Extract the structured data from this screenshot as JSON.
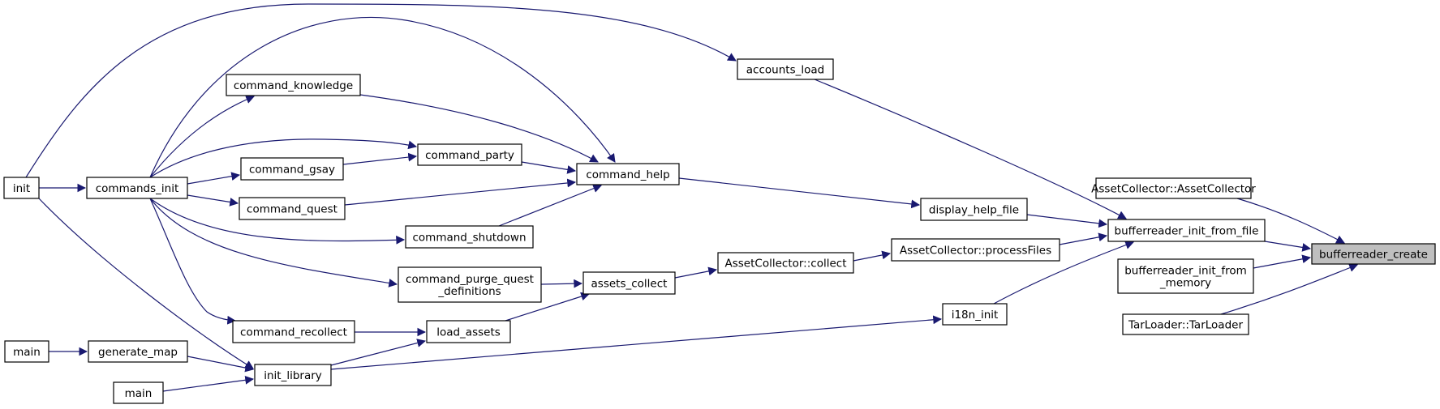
{
  "diagram": {
    "type": "call-graph",
    "edge_color": "#191970",
    "focus_fill": "#bfbfbf",
    "nodes": [
      {
        "id": "bufferreader_create",
        "lines": [
          "bufferreader_create"
        ]
      },
      {
        "id": "AssetCollector_ctor",
        "lines": [
          "AssetCollector::AssetCollector"
        ]
      },
      {
        "id": "bufferreader_init_from_file",
        "lines": [
          "bufferreader_init_from_file"
        ]
      },
      {
        "id": "bufferreader_init_from_memory",
        "lines": [
          "bufferreader_init_from",
          "_memory"
        ]
      },
      {
        "id": "TarLoader_ctor",
        "lines": [
          "TarLoader::TarLoader"
        ]
      },
      {
        "id": "accounts_load",
        "lines": [
          "accounts_load"
        ]
      },
      {
        "id": "display_help_file",
        "lines": [
          "display_help_file"
        ]
      },
      {
        "id": "processFiles",
        "lines": [
          "AssetCollector::processFiles"
        ]
      },
      {
        "id": "i18n_init",
        "lines": [
          "i18n_init"
        ]
      },
      {
        "id": "collect",
        "lines": [
          "AssetCollector::collect"
        ]
      },
      {
        "id": "command_help",
        "lines": [
          "command_help"
        ]
      },
      {
        "id": "assets_collect",
        "lines": [
          "assets_collect"
        ]
      },
      {
        "id": "load_assets",
        "lines": [
          "load_assets"
        ]
      },
      {
        "id": "command_knowledge",
        "lines": [
          "command_knowledge"
        ]
      },
      {
        "id": "command_party",
        "lines": [
          "command_party"
        ]
      },
      {
        "id": "command_gsay",
        "lines": [
          "command_gsay"
        ]
      },
      {
        "id": "command_quest",
        "lines": [
          "command_quest"
        ]
      },
      {
        "id": "command_shutdown",
        "lines": [
          "command_shutdown"
        ]
      },
      {
        "id": "command_purge_quest_definitions",
        "lines": [
          "command_purge_quest",
          "_definitions"
        ]
      },
      {
        "id": "command_recollect",
        "lines": [
          "command_recollect"
        ]
      },
      {
        "id": "init_library",
        "lines": [
          "init_library"
        ]
      },
      {
        "id": "commands_init",
        "lines": [
          "commands_init"
        ]
      },
      {
        "id": "generate_map",
        "lines": [
          "generate_map"
        ]
      },
      {
        "id": "init",
        "lines": [
          "init"
        ]
      },
      {
        "id": "main_a",
        "lines": [
          "main"
        ]
      },
      {
        "id": "main_b",
        "lines": [
          "main"
        ]
      }
    ],
    "edges": [
      {
        "from": "AssetCollector_ctor",
        "to": "bufferreader_create"
      },
      {
        "from": "bufferreader_init_from_file",
        "to": "bufferreader_create"
      },
      {
        "from": "bufferreader_init_from_memory",
        "to": "bufferreader_create"
      },
      {
        "from": "TarLoader_ctor",
        "to": "bufferreader_create"
      },
      {
        "from": "accounts_load",
        "to": "bufferreader_init_from_file"
      },
      {
        "from": "display_help_file",
        "to": "bufferreader_init_from_file"
      },
      {
        "from": "processFiles",
        "to": "bufferreader_init_from_file"
      },
      {
        "from": "i18n_init",
        "to": "bufferreader_init_from_file"
      },
      {
        "from": "collect",
        "to": "processFiles"
      },
      {
        "from": "command_help",
        "to": "display_help_file"
      },
      {
        "from": "assets_collect",
        "to": "collect"
      },
      {
        "from": "load_assets",
        "to": "assets_collect"
      },
      {
        "from": "command_purge_quest_definitions",
        "to": "assets_collect"
      },
      {
        "from": "command_knowledge",
        "to": "command_help"
      },
      {
        "from": "command_party",
        "to": "command_help"
      },
      {
        "from": "command_quest",
        "to": "command_help"
      },
      {
        "from": "command_shutdown",
        "to": "command_help"
      },
      {
        "from": "commands_init",
        "to": "command_help"
      },
      {
        "from": "command_gsay",
        "to": "command_party"
      },
      {
        "from": "commands_init",
        "to": "command_party"
      },
      {
        "from": "commands_init",
        "to": "command_knowledge"
      },
      {
        "from": "commands_init",
        "to": "command_gsay"
      },
      {
        "from": "commands_init",
        "to": "command_quest"
      },
      {
        "from": "commands_init",
        "to": "command_shutdown"
      },
      {
        "from": "commands_init",
        "to": "command_purge_quest_definitions"
      },
      {
        "from": "commands_init",
        "to": "command_recollect"
      },
      {
        "from": "command_recollect",
        "to": "load_assets"
      },
      {
        "from": "init_library",
        "to": "load_assets"
      },
      {
        "from": "init_library",
        "to": "i18n_init"
      },
      {
        "from": "init",
        "to": "commands_init"
      },
      {
        "from": "init",
        "to": "accounts_load"
      },
      {
        "from": "init",
        "to": "init_library"
      },
      {
        "from": "generate_map",
        "to": "init_library"
      },
      {
        "from": "main_b",
        "to": "init_library"
      },
      {
        "from": "main_a",
        "to": "generate_map"
      }
    ]
  }
}
